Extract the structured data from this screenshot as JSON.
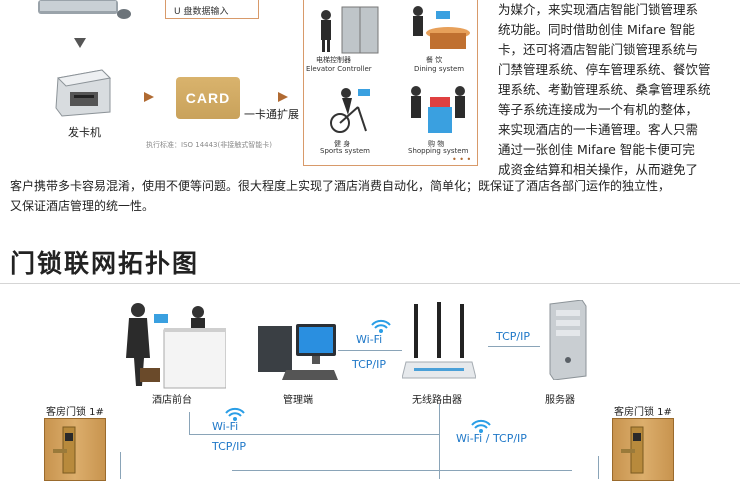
{
  "top": {
    "usb_input": "U 盘数据输入",
    "issuer": "发卡机",
    "card": "CARD",
    "expand": "一卡通扩展",
    "standard": "执行标准：ISO 14443(非接触式智能卡)",
    "systems": [
      {
        "cn": "电梯控制器",
        "en": "Elevator Controller"
      },
      {
        "cn": "餐 饮",
        "en": "Dining system"
      },
      {
        "cn": "健 身",
        "en": "Sports system"
      },
      {
        "cn": "购 物",
        "en": "Shopping system"
      }
    ],
    "dots": "• • •",
    "right_lines": [
      "为媒介，来实现酒店智能门锁管理系",
      "统功能。同时借助创佳 Mifare 智能",
      "卡，还可将酒店智能门锁管理系统与",
      "门禁管理系统、停车管理系统、餐饮管",
      "理系统、考勤管理系统、桑拿管理系统",
      "等子系统连接成为一个有机的整体，",
      "来实现酒店的一卡通管理。客人只需",
      "通过一张创佳 Mifare 智能卡便可完",
      "成资金结算和相关操作，从而避免了"
    ],
    "bottom_lines": [
      "客户携带多卡容易混淆，使用不便等问题。很大程度上实现了酒店消费自动化，简单化；既保证了酒店各部门运作的独立性，",
      "又保证酒店管理的统一性。"
    ]
  },
  "topology": {
    "title": "门锁联网拓扑图",
    "front_desk": "酒店前台",
    "admin": "管理端",
    "router": "无线路由器",
    "server": "服务器",
    "wifi": "Wi-Fi",
    "tcpip": "TCP/IP",
    "wifi_tcpip": "Wi-Fi / TCP/IP",
    "lock_left": "客房门锁 1#",
    "lock_right": "客房门锁 1#"
  }
}
